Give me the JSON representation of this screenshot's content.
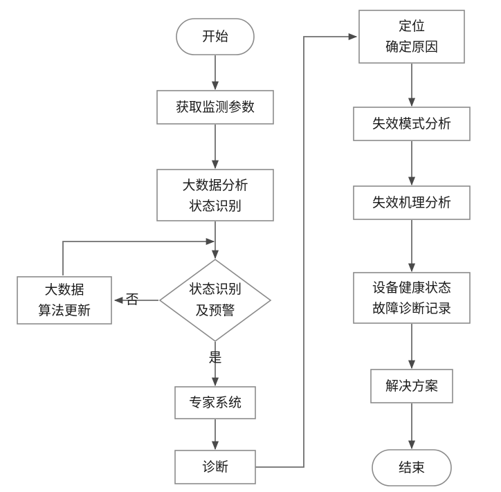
{
  "diagram": {
    "start": "开始",
    "acquire": "获取监测参数",
    "bigdata": [
      "大数据分析",
      "状态识别"
    ],
    "decision": [
      "状态识别",
      "及预警"
    ],
    "update": [
      "大数据",
      "算法更新"
    ],
    "no_label": "否",
    "yes_label": "是",
    "expert": "专家系统",
    "diagnose": "诊断",
    "locate": [
      "定位",
      "确定原因"
    ],
    "failure_mode": "失效模式分析",
    "failure_mech": "失效机理分析",
    "record": [
      "设备健康状态",
      "故障诊断记录"
    ],
    "solution": "解决方案",
    "end": "结束"
  }
}
